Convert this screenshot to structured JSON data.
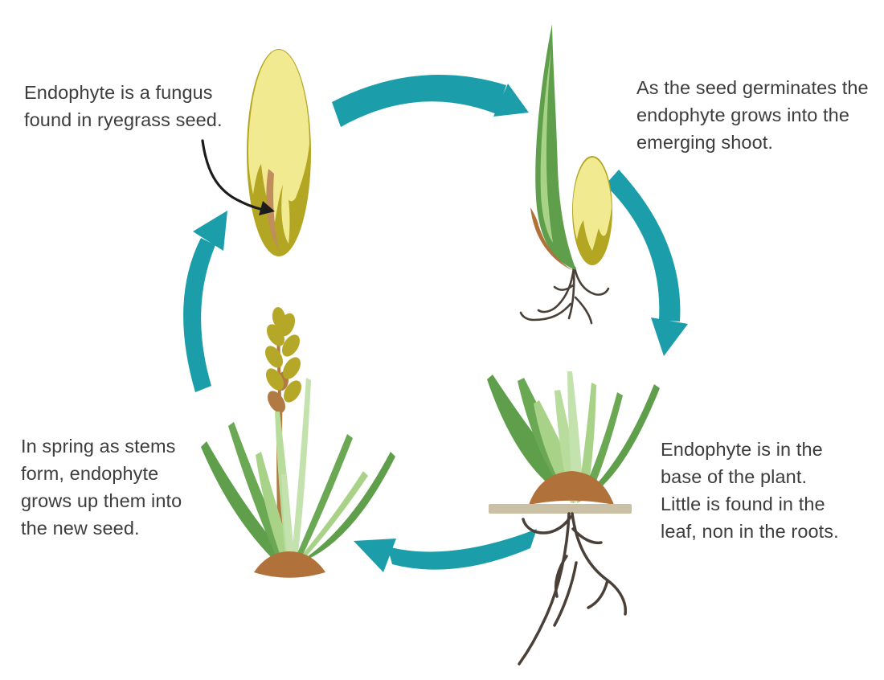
{
  "diagram": {
    "subject": "Ryegrass endophyte life cycle",
    "captions": {
      "seed": "Endophyte is a fungus\nfound in ryegrass seed.",
      "germination": "As the seed germinates the\nendophyte grows into the\nemerging shoot.",
      "plant_base": "Endophyte is in the\nbase of the plant.\nLittle is found in the\nleaf, non in the roots.",
      "spring": "In spring as stems\nform, endophyte\ngrows up them into\nthe new seed."
    },
    "stages": [
      {
        "name": "ryegrass seed"
      },
      {
        "name": "germinating seedling"
      },
      {
        "name": "established grass plant"
      },
      {
        "name": "flowering plant with new seed head"
      }
    ],
    "palette": {
      "background": "#ffffff",
      "arrow_teal": "#1b9daa",
      "text": "#3d3d3d",
      "annotation_arrow": "#1c1c1c",
      "seed_body": "#f1ea90",
      "seed_husk": "#b3a623",
      "endophyte_brown": "#bf8e5b",
      "leaf_dark": "#5f9e4b",
      "leaf_mid": "#6aa854",
      "leaf_light": "#a9d289",
      "leaf_pale": "#c3e2ae",
      "stem_brown": "#b07a42",
      "base_brown": "#b0713a",
      "spikelet_olive": "#b5a828",
      "root_dark": "#4a4038",
      "soil_bar": "#c9c0a5"
    }
  }
}
